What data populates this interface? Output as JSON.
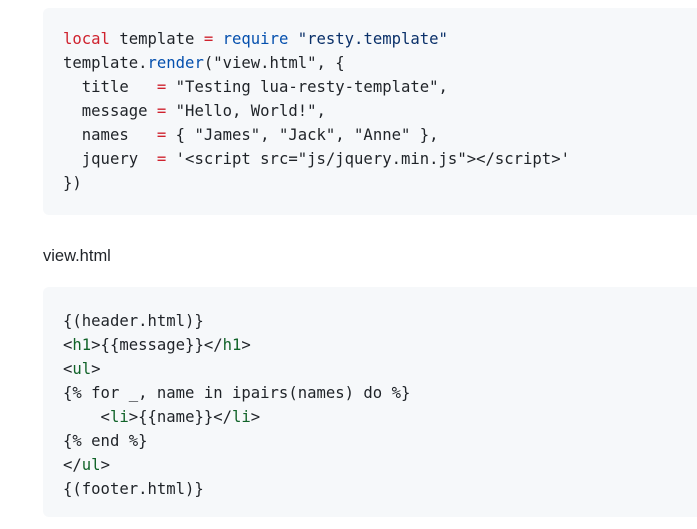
{
  "code_blocks": [
    {
      "lines": [
        [
          [
            "local",
            "kw"
          ],
          [
            " template ",
            "plain"
          ],
          [
            "=",
            "op"
          ],
          [
            " ",
            "plain"
          ],
          [
            "require",
            "fn"
          ],
          [
            " \"resty.template\"",
            "str"
          ]
        ],
        [
          [
            "template.",
            "plain"
          ],
          [
            "render",
            "fn"
          ],
          [
            "(\"view.html\", {",
            "plain"
          ]
        ],
        [
          [
            "  title   ",
            "plain"
          ],
          [
            "=",
            "op"
          ],
          [
            " \"Testing lua-resty-template\",",
            "plain"
          ]
        ],
        [
          [
            "  message ",
            "plain"
          ],
          [
            "=",
            "op"
          ],
          [
            " \"Hello, World!\",",
            "plain"
          ]
        ],
        [
          [
            "  names   ",
            "plain"
          ],
          [
            "=",
            "op"
          ],
          [
            " { \"James\", \"Jack\", \"Anne\" },",
            "plain"
          ]
        ],
        [
          [
            "  jquery  ",
            "plain"
          ],
          [
            "=",
            "op"
          ],
          [
            " '<script src=\"js/jquery.min.js\"></script>'",
            "plain"
          ]
        ],
        [
          [
            "})",
            "plain"
          ]
        ]
      ]
    },
    {
      "lines": [
        [
          [
            "{(header.html)}",
            "plain"
          ]
        ],
        [
          [
            "<",
            "plain"
          ],
          [
            "h1",
            "tag"
          ],
          [
            ">{{message}}</",
            "plain"
          ],
          [
            "h1",
            "tag"
          ],
          [
            ">",
            "plain"
          ]
        ],
        [
          [
            "<",
            "plain"
          ],
          [
            "ul",
            "tag"
          ],
          [
            ">",
            "plain"
          ]
        ],
        [
          [
            "{% for _, name in ipairs(names) do %}",
            "plain"
          ]
        ],
        [
          [
            "    <",
            "plain"
          ],
          [
            "li",
            "tag"
          ],
          [
            ">{{name}}</",
            "plain"
          ],
          [
            "li",
            "tag"
          ],
          [
            ">",
            "plain"
          ]
        ],
        [
          [
            "{% end %}",
            "plain"
          ]
        ],
        [
          [
            "</",
            "plain"
          ],
          [
            "ul",
            "tag"
          ],
          [
            ">",
            "plain"
          ]
        ],
        [
          [
            "{(footer.html)}",
            "plain"
          ]
        ]
      ]
    }
  ],
  "heading": "view.html"
}
